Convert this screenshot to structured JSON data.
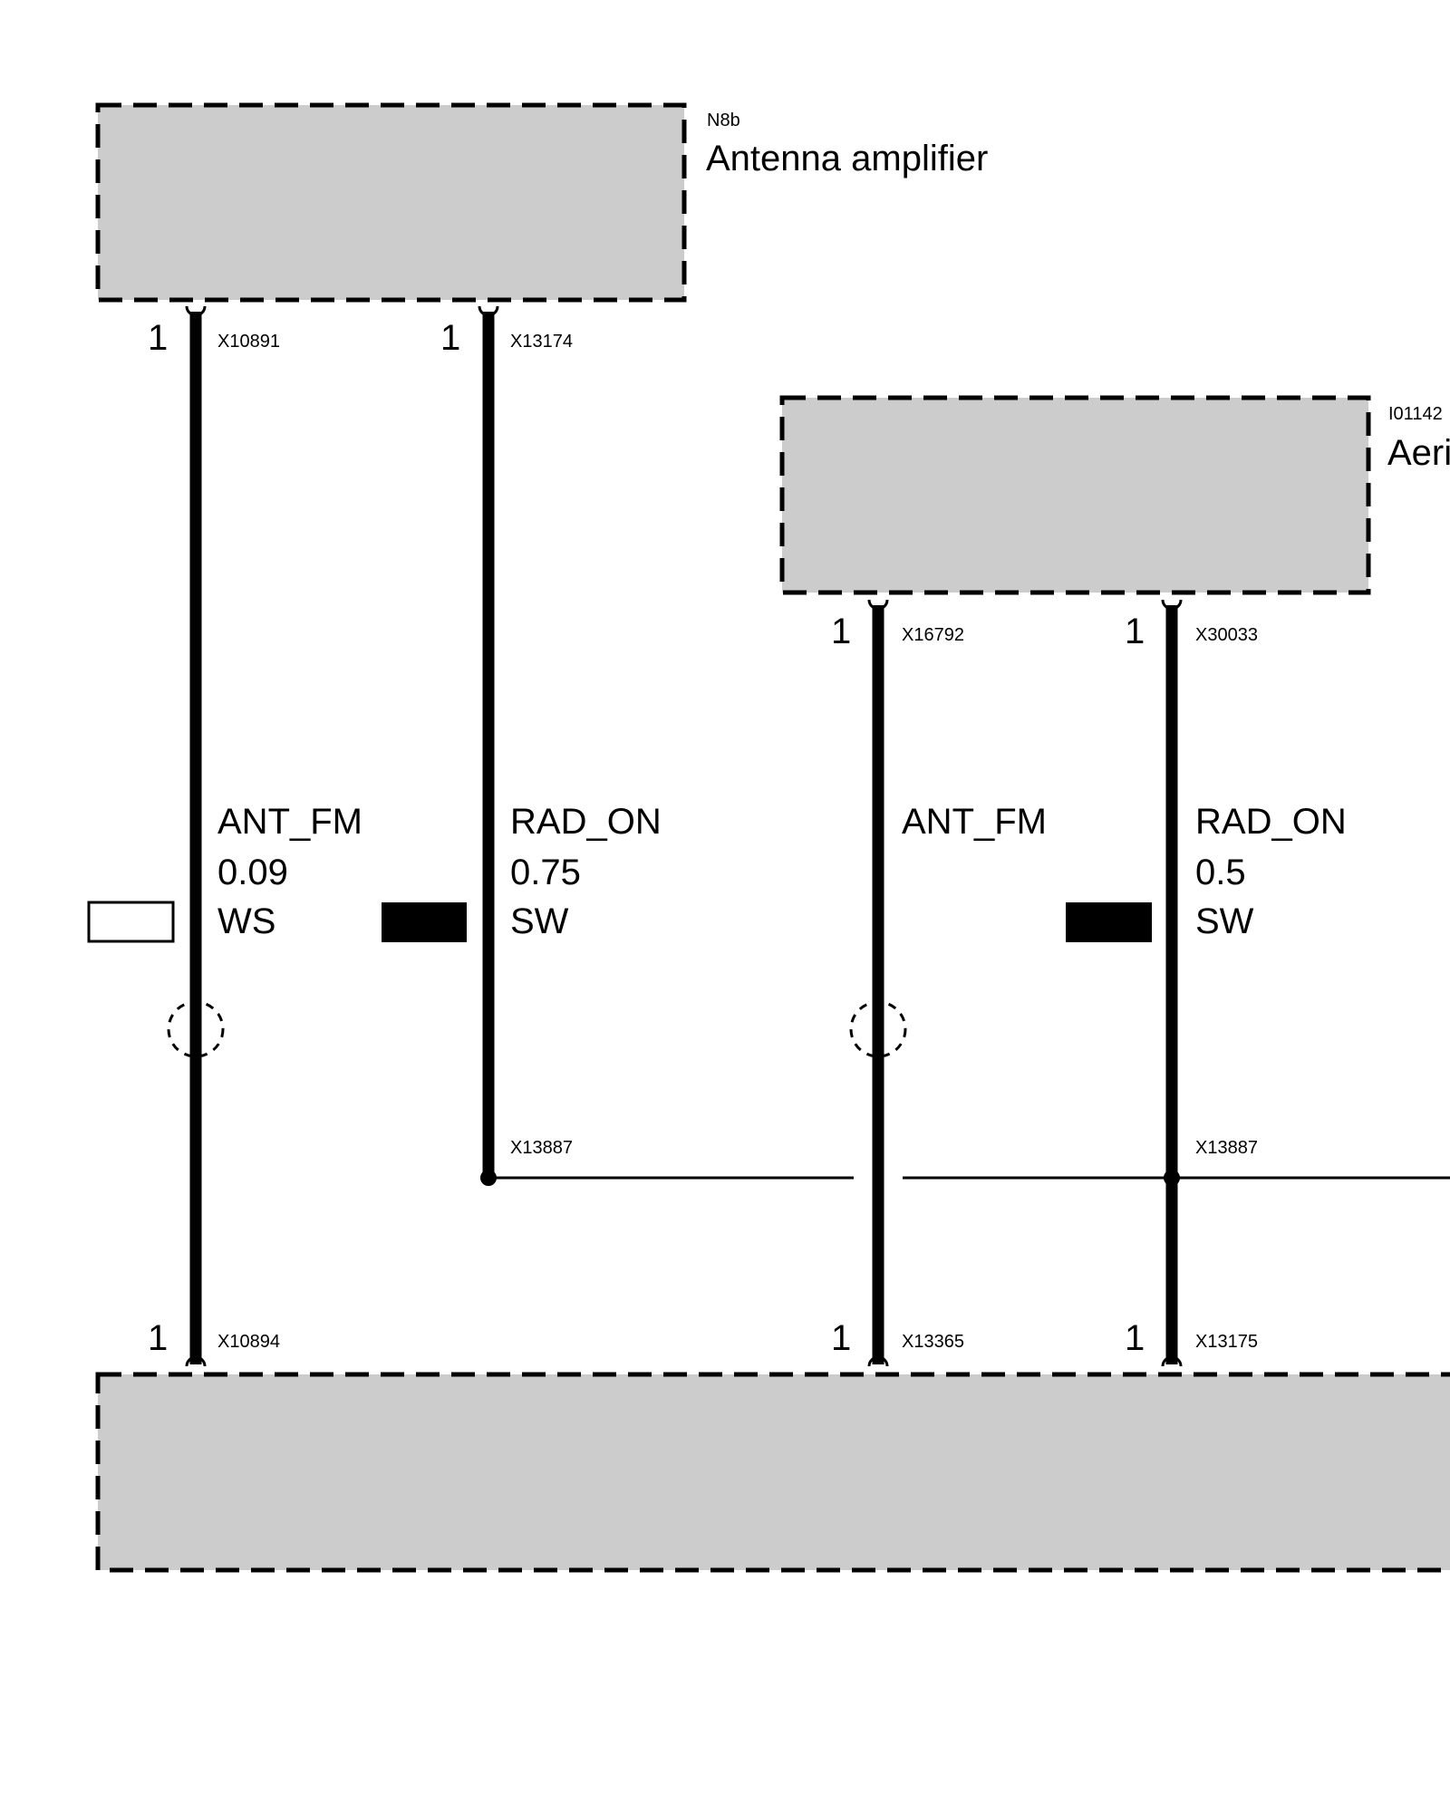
{
  "components": {
    "antenna_amplifier": {
      "id": "N8b",
      "name": "Antenna amplifier"
    },
    "aerial": {
      "id": "I01142",
      "name": "Aeri"
    },
    "bottom_unit": {
      "id": "",
      "name": ""
    }
  },
  "connectors": {
    "x10891": "X10891",
    "x13174": "X13174",
    "x16792": "X16792",
    "x30033": "X30033",
    "x13887_left": "X13887",
    "x13887_right": "X13887",
    "x10894": "X10894",
    "x13365": "X13365",
    "x13175": "X13175"
  },
  "pins": {
    "x10891": "1",
    "x13174": "1",
    "x16792": "1",
    "x30033": "1",
    "x10894": "1",
    "x13365": "1",
    "x13175": "1"
  },
  "wires": {
    "w1": {
      "signal": "ANT_FM",
      "size": "0.09",
      "color_code": "WS",
      "swatch_color": "#ffffff"
    },
    "w2": {
      "signal": "RAD_ON",
      "size": "0.75",
      "color_code": "SW",
      "swatch_color": "#000000"
    },
    "w3": {
      "signal": "ANT_FM"
    },
    "w4": {
      "signal": "RAD_ON",
      "size": "0.5",
      "color_code": "SW",
      "swatch_color": "#000000"
    }
  },
  "colors": {
    "component_fill": "#cccccc",
    "wire": "#000000"
  }
}
